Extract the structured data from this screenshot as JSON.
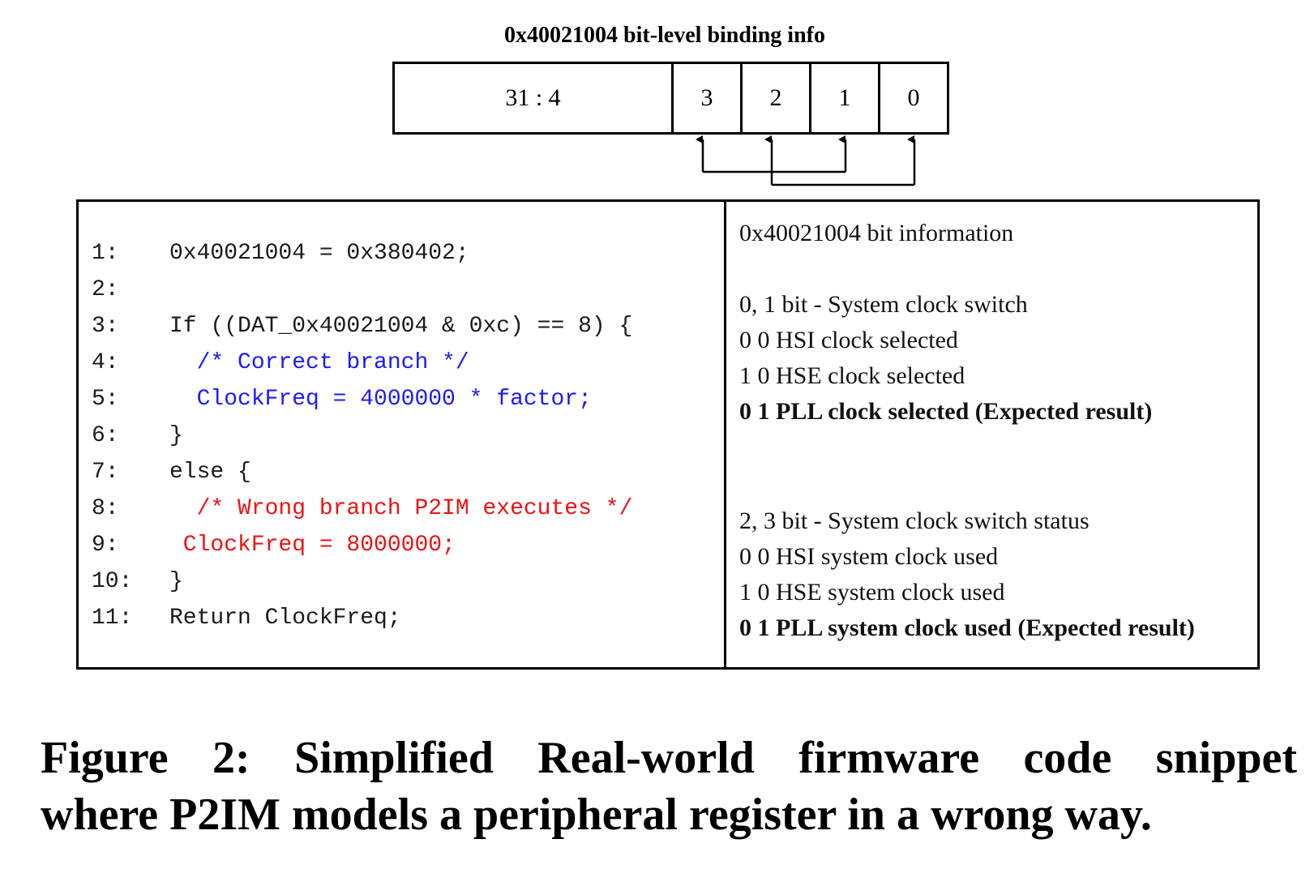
{
  "register": {
    "title": "0x40021004 bit-level binding info",
    "cells": [
      "31 : 4",
      "3",
      "2",
      "1",
      "0"
    ]
  },
  "code": {
    "lines": [
      {
        "num": "1:",
        "text": "0x40021004 = 0x380402;",
        "color": "default"
      },
      {
        "num": "2:",
        "text": "",
        "color": "default"
      },
      {
        "num": "3:",
        "text": "If ((DAT_0x40021004 & 0xc) == 8) {",
        "color": "default"
      },
      {
        "num": "4:",
        "text": "  /* Correct branch */",
        "color": "blue"
      },
      {
        "num": "5:",
        "text": "  ClockFreq = 4000000 * factor;",
        "color": "blue"
      },
      {
        "num": "6:",
        "text": "}",
        "color": "default"
      },
      {
        "num": "7:",
        "text": "else {",
        "color": "default"
      },
      {
        "num": "8:",
        "text": "  /* Wrong branch P2IM executes */",
        "color": "red"
      },
      {
        "num": "9:",
        "text": " ClockFreq = 8000000;",
        "color": "red"
      },
      {
        "num": "10:",
        "text": "}",
        "color": "default"
      },
      {
        "num": "11:",
        "text": "Return ClockFreq;",
        "color": "default"
      }
    ]
  },
  "info": {
    "heading": "0x40021004 bit information",
    "group1": {
      "title": "0, 1 bit - System clock switch",
      "items": [
        "0 0 HSI clock selected",
        "1 0 HSE clock selected"
      ],
      "expected": "0 1 PLL clock selected (Expected result)"
    },
    "group2": {
      "title": "2, 3 bit - System clock switch status",
      "items": [
        "0 0 HSI system clock used",
        "1 0 HSE system clock used"
      ],
      "expected": "0 1 PLL system clock used (Expected result)"
    }
  },
  "caption": {
    "line1": "Figure 2: Simplified Real-world firmware code snippet",
    "line2": "where P2IM models a peripheral register in a wrong way."
  },
  "colors": {
    "correct_branch": "#1a1aff",
    "wrong_branch": "#ee1111"
  }
}
